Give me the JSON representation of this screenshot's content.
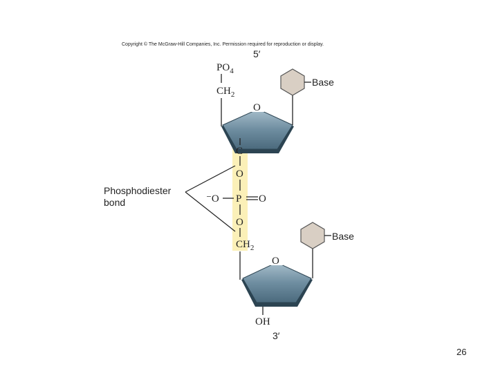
{
  "copyright": "Copyright © The McGraw-Hill Companies, Inc. Permission required for reproduction or display.",
  "ends": {
    "five_prime": "5′",
    "three_prime": "3′"
  },
  "top": {
    "po4": "PO",
    "po4_sub": "4",
    "ch2": "CH",
    "ch2_sub": "2",
    "ring_o": "O",
    "base": "Base"
  },
  "linkage": {
    "c": "C",
    "o1": "O",
    "p": "P",
    "o_eq": "O",
    "o_minus": "⁻O",
    "o2": "O",
    "ch2": "CH",
    "ch2_sub": "2"
  },
  "bottom": {
    "ring_o": "O",
    "base": "Base",
    "oh": "OH"
  },
  "bond_label": {
    "line1": "Phosphodiester",
    "line2": "bond"
  },
  "page_number": "26",
  "colors": {
    "sugar": "#5e7f92",
    "sugar_edge": "#2c4452",
    "base": "#d9cfc4",
    "highlight": "#fbf0b8"
  }
}
